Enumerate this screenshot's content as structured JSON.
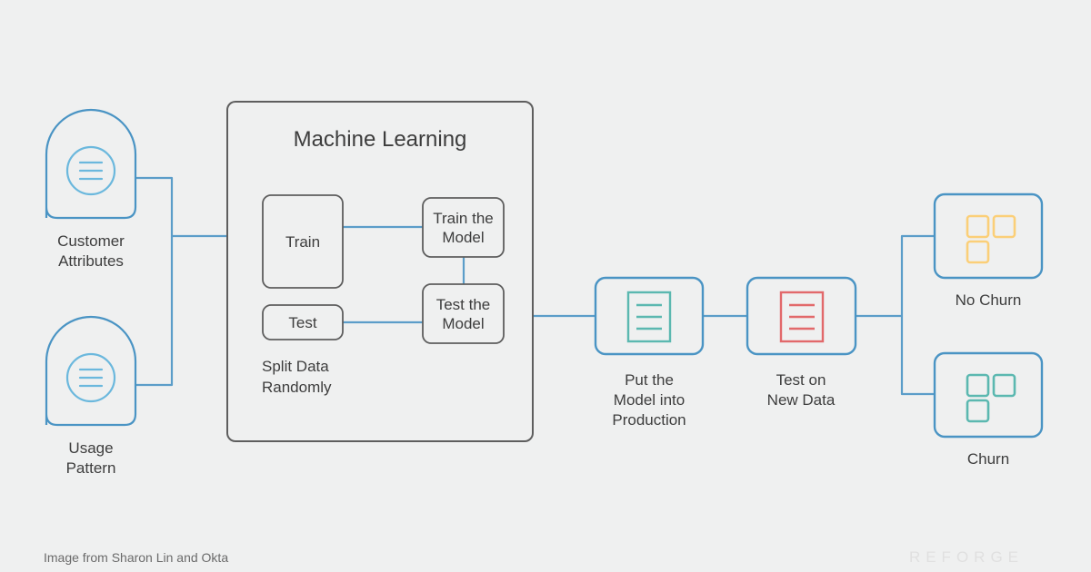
{
  "page": {
    "background_color": "#eff0f0",
    "credit": "Image from Sharon Lin and Okta",
    "watermark": "REFORGE"
  },
  "colors": {
    "blue_stroke": "#5b9dc9",
    "blue_light": "#6bb8dd",
    "gray_stroke": "#5e5e5e",
    "teal": "#5bb8b0",
    "red": "#e2696b",
    "yellow": "#fbcf78",
    "text": "#3d3d3d"
  },
  "inputs": [
    {
      "id": "customer-attributes",
      "label": "Customer\nAttributes",
      "icon": "list-circle-icon",
      "shape": "arch"
    },
    {
      "id": "usage-pattern",
      "label": "Usage\nPattern",
      "icon": "list-circle-icon",
      "shape": "arch"
    }
  ],
  "ml_container": {
    "title": "Machine Learning",
    "caption": "Split Data\nRandomly",
    "boxes": [
      {
        "id": "train",
        "label": "Train"
      },
      {
        "id": "test",
        "label": "Test"
      },
      {
        "id": "train-the-model",
        "label": "Train the\nModel"
      },
      {
        "id": "test-the-model",
        "label": "Test the\nModel"
      }
    ]
  },
  "stages": [
    {
      "id": "put-model-into-production",
      "label": "Put the\nModel into\nProduction",
      "icon": "document-lines-icon",
      "icon_color": "#5bb8b0"
    },
    {
      "id": "test-on-new-data",
      "label": "Test on\nNew Data",
      "icon": "document-lines-icon",
      "icon_color": "#e2696b"
    }
  ],
  "outcomes": [
    {
      "id": "no-churn",
      "label": "No Churn",
      "icon": "three-squares-icon",
      "icon_color": "#fbcf78"
    },
    {
      "id": "churn",
      "label": "Churn",
      "icon": "three-squares-icon",
      "icon_color": "#5bb8b0"
    }
  ]
}
